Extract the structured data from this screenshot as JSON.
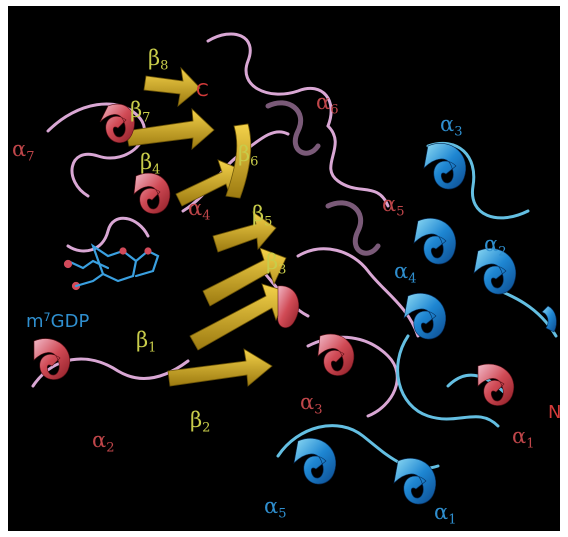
{
  "colors": {
    "background": "#000000",
    "beta_label": "#c8cc4a",
    "alpha_red_label": "#c0464a",
    "alpha_blue_label": "#2f8fcf",
    "terminus_label": "#d43a3a",
    "ligand_label": "#2f8fcf",
    "strand_fill": "#e0b21c",
    "coil_pink": "#d9a7d4",
    "helix_red": "#c2323c",
    "helix_blue": "#1e86d2",
    "coil_blue": "#64bfe2"
  },
  "labels": {
    "beta8": {
      "sym": "β",
      "idx": "8"
    },
    "beta7": {
      "sym": "β",
      "idx": "7"
    },
    "beta6": {
      "sym": "β",
      "idx": "6"
    },
    "beta5": {
      "sym": "β",
      "idx": "5"
    },
    "beta4": {
      "sym": "β",
      "idx": "4"
    },
    "beta3": {
      "sym": "β",
      "idx": "3"
    },
    "beta2": {
      "sym": "β",
      "idx": "2"
    },
    "beta1": {
      "sym": "β",
      "idx": "1"
    },
    "c_terminus": "C",
    "n_terminus": "N",
    "alpha7_red": {
      "sym": "α",
      "idx": "7"
    },
    "alpha6_red": {
      "sym": "α",
      "idx": "6"
    },
    "alpha5_red": {
      "sym": "α",
      "idx": "5"
    },
    "alpha4_red": {
      "sym": "α",
      "idx": "4"
    },
    "alpha3_red": {
      "sym": "α",
      "idx": "3"
    },
    "alpha2_red": {
      "sym": "α",
      "idx": "2"
    },
    "alpha1_red": {
      "sym": "α",
      "idx": "1"
    },
    "alpha3_blue": {
      "sym": "α",
      "idx": "3"
    },
    "alpha2_blue": {
      "sym": "α",
      "idx": "2"
    },
    "alpha4_blue": {
      "sym": "α",
      "idx": "4"
    },
    "alpha5_blue": {
      "sym": "α",
      "idx": "5"
    },
    "alpha1_blue": {
      "sym": "α",
      "idx": "1"
    },
    "ligand": {
      "pre": "m",
      "sup": "7",
      "post": "GDP"
    }
  }
}
